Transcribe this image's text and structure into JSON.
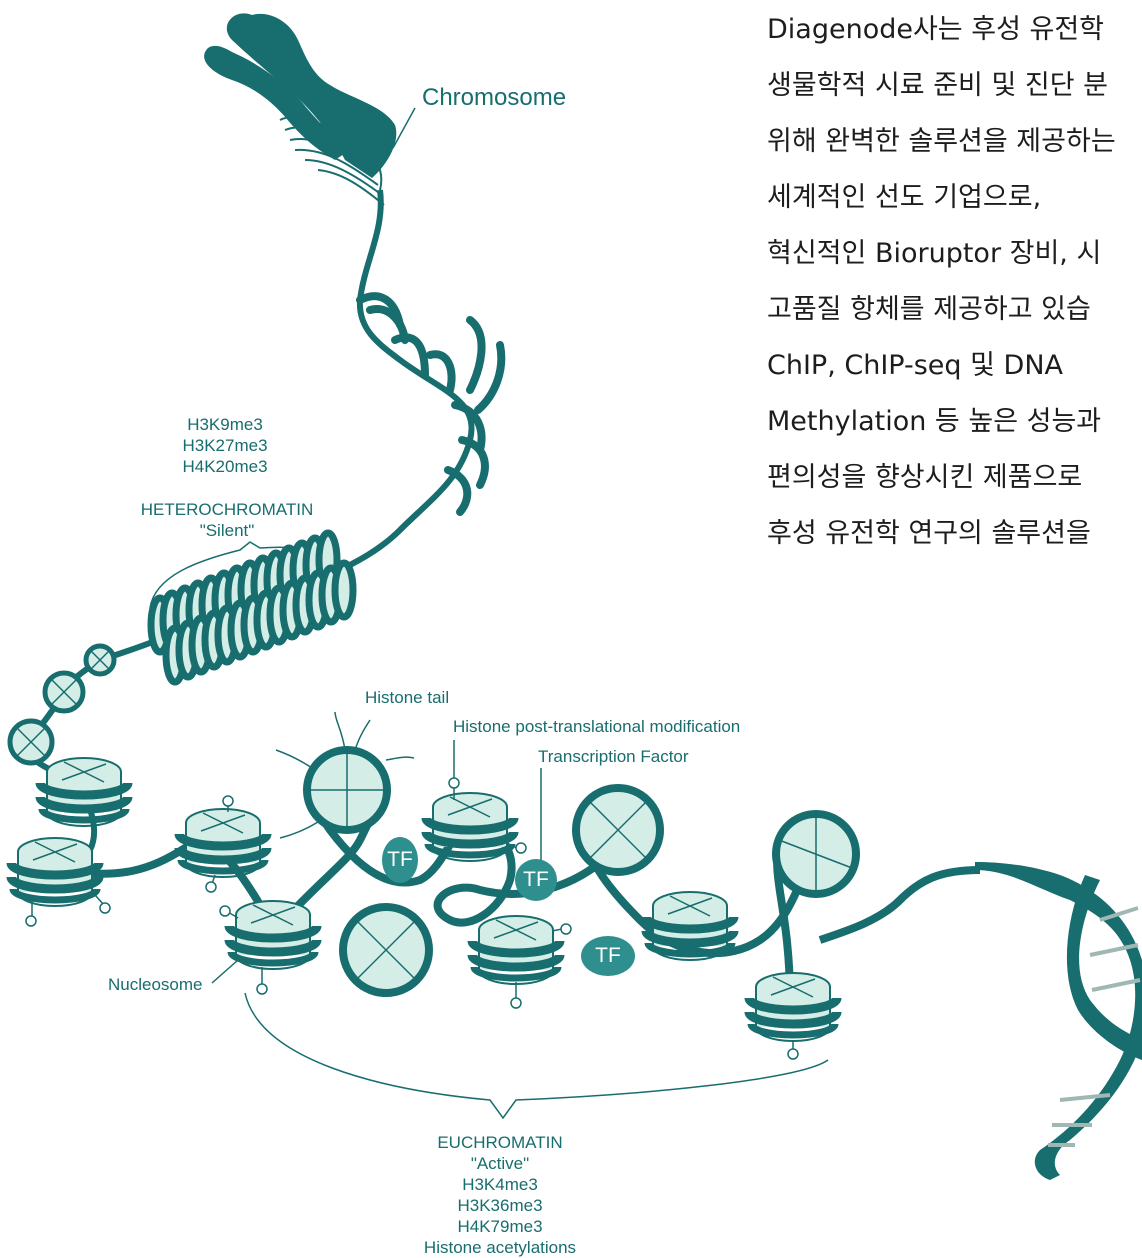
{
  "paragraph": [
    "Diagenode사는 후성 유전학",
    "생물학적 시료 준비 및 진단 분",
    "위해 완벽한 솔루션을 제공하는",
    "세계적인 선도 기업으로,",
    "혁신적인 Bioruptor 장비, 시",
    "고품질 항체를 제공하고 있습",
    "ChIP, ChIP-seq 및 DNA",
    "Methylation 등 높은 성능과",
    "편의성을 향상시킨 제품으로",
    "후성 유전학 연구의 솔루션을"
  ],
  "labels": {
    "chromosome": "Chromosome",
    "hetero_marks": [
      "H3K9me3",
      "H3K27me3",
      "H4K20me3"
    ],
    "heterochromatin": "HETEROCHROMATIN",
    "silent": "\"Silent\"",
    "histone_tail": "Histone tail",
    "histone_ptm": "Histone post-translational modification",
    "transcription_factor": "Transcription Factor",
    "nucleosome": "Nucleosome",
    "tf": "TF",
    "euchromatin": "EUCHROMATIN",
    "active": "\"Active\"",
    "eu_marks": [
      "H3K4me3",
      "H3K36me3",
      "H4K79me3",
      "Histone acetylations"
    ]
  },
  "colors": {
    "teal": "#186d6e",
    "teal_mid": "#2e8f8e",
    "fill_light": "#d4ede6",
    "text_dark": "#1d1d1d"
  }
}
